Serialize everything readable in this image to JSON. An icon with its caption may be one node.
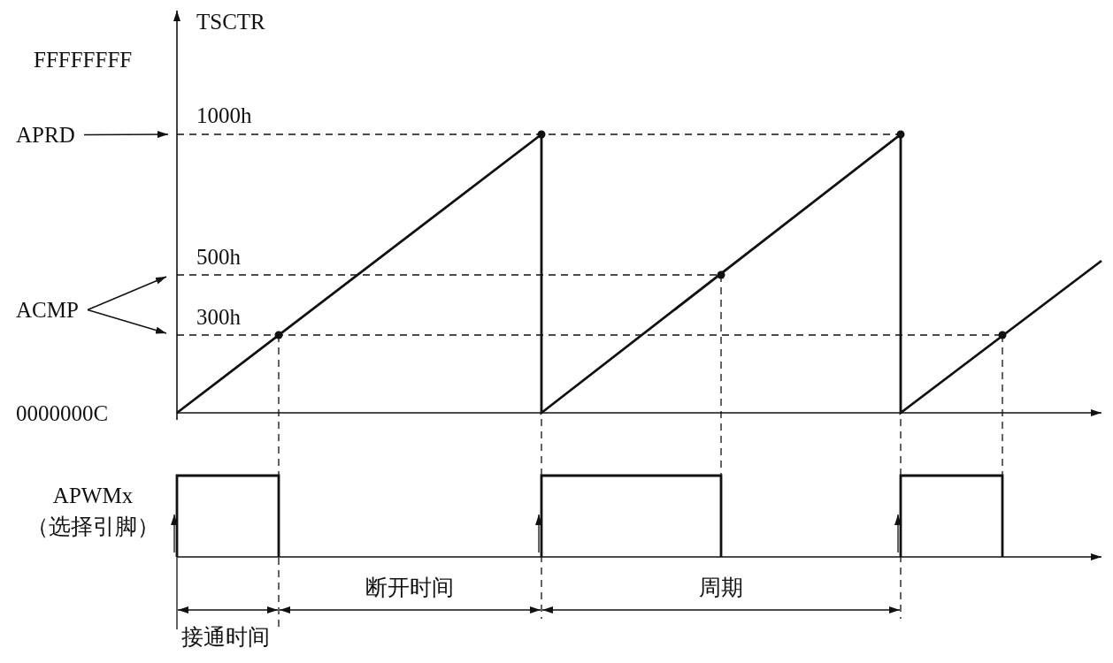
{
  "diagram": {
    "nodes": [
      {
        "text": [
          "APRD"
        ]
      },
      {
        "text": [
          "ACMP"
        ]
      }
    ],
    "edges": [
      {
        "from": 0,
        "to": null,
        "arrow": "to"
      },
      {
        "from": 1,
        "to": null,
        "arrow": "to"
      },
      {
        "from": 1,
        "to": null,
        "arrow": "to"
      }
    ],
    "labels": [
      "TSCTR",
      "FFFFFFFF",
      "1000h",
      "500h",
      "300h",
      "0000000C",
      "APWMx",
      "（选择引脚）",
      "断开时间",
      "周期",
      "接通时间"
    ]
  }
}
